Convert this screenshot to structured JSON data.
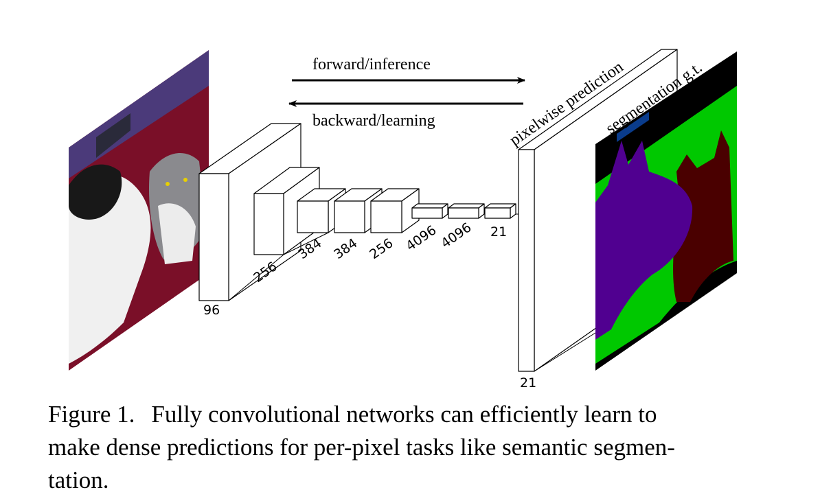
{
  "figure": {
    "arrow_forward_label": "forward/inference",
    "arrow_backward_label": "backward/learning",
    "prediction_label": "pixelwise prediction",
    "gt_label": "segmentation g.t.",
    "layer_labels": [
      "96",
      "256",
      "384",
      "384",
      "256",
      "4096",
      "4096",
      "21",
      "21"
    ],
    "colors": {
      "segment_background": "#000000",
      "segment_ground": "#00c800",
      "segment_dog": "#500090",
      "segment_cat": "#4a0000",
      "segment_tag": "#0a3c8c",
      "photo_wall": "#4b3a7a",
      "photo_couch": "#7a0f28"
    }
  },
  "caption": {
    "figure_number": "Figure 1.",
    "line1": "Fully convolutional networks can efficiently learn to",
    "line2": "make dense predictions for per-pixel tasks like semantic segmen-",
    "line3": "tation."
  }
}
